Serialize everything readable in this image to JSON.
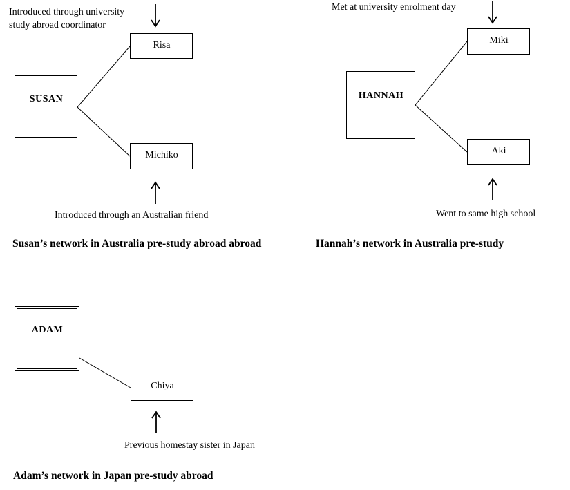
{
  "susan": {
    "center": "SUSAN",
    "contact_top": "Risa",
    "contact_bottom": "Michiko",
    "note_top_line1": "Introduced through university",
    "note_top_line2": "study abroad coordinator",
    "note_bottom": "Introduced through an Australian friend",
    "caption": "Susan’s network in Australia pre-study abroad abroad"
  },
  "hannah": {
    "center": "HANNAH",
    "contact_top": "Miki",
    "contact_bottom": "Aki",
    "note_top": "Met at university enrolment day",
    "note_bottom": "Went to same high school",
    "caption": "Hannah’s network in Australia pre-study"
  },
  "adam": {
    "center": "ADAM",
    "contact": "Chiya",
    "note": "Previous homestay sister in Japan",
    "caption": "Adam’s network in Japan pre-study abroad"
  }
}
